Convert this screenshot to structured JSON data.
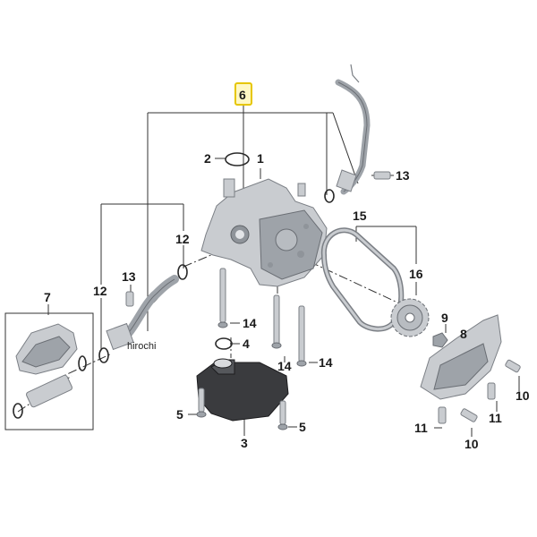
{
  "callouts": {
    "c1": "1",
    "c2": "2",
    "c3": "3",
    "c4": "4",
    "c5a": "5",
    "c5b": "5",
    "c6": "6",
    "c7": "7",
    "c8": "8",
    "c9": "9",
    "c10a": "10",
    "c10b": "10",
    "c11a": "11",
    "c11b": "11",
    "c12a": "12",
    "c12b": "12",
    "c13a": "13",
    "c13b": "13",
    "c14a": "14",
    "c14b": "14",
    "c14c": "14",
    "c15": "15",
    "c16": "16"
  },
  "watermark": "hirochi",
  "colors": {
    "highlight_border": "#e6c600",
    "part_fill": "#c9ccd0",
    "line": "#333333"
  }
}
